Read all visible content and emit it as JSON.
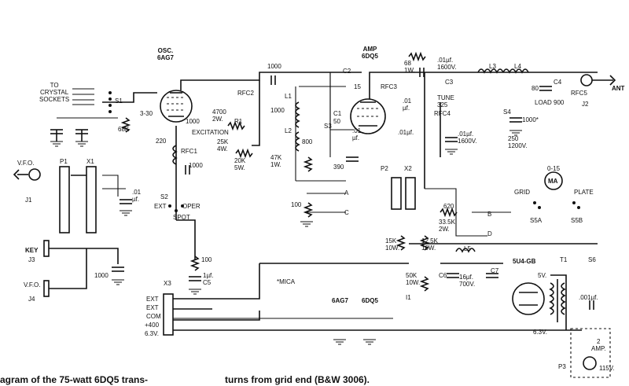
{
  "labels": {
    "osc": "OSC.\n6AG7",
    "amp": "AMP\n6DQ5",
    "to_crystal": "TO\nCRYSTAL\nSOCKETS",
    "s1": "S1",
    "cap_3_30": "3-30",
    "r_68k": "68K",
    "cap_220": "220",
    "rfc1": "RFC1",
    "rfc2": "RFC2",
    "cap_1000_top": "1000",
    "cap_1000_osc": "1000",
    "r_4700": "4700\n2W.",
    "excitation": "EXCITATION",
    "r1": "R1",
    "r_25k": "25K\n4W.",
    "r_20k": "20K\n5W.",
    "cap_1000_mid": "1000",
    "vfo1": "V.F.O.",
    "j1": "J1",
    "p1": "P1",
    "x1": "X1",
    "cap_01_a": ".01\nµf.",
    "s2": "S2",
    "ext": "EXT",
    "oper": "OPER",
    "spot": "SPOT",
    "key": "KEY",
    "j3": "J3",
    "vfo2": "V.F.O.",
    "j4": "J4",
    "cap_1000_key": "1000",
    "r_100_key": "100",
    "c5": "1µf.\nC5",
    "mica": "*MICA",
    "x3": "X3",
    "x3_pins": [
      "EXT",
      "EXT",
      "COM",
      "+400",
      "6.3V."
    ],
    "l1": "L1",
    "l2": "L2",
    "s3": "S3",
    "cap_1000_l": "1000",
    "c1": "C1",
    "cap_50": "50",
    "cap_800": "800",
    "r_47k": "47K\n1W.",
    "cap_390": "390",
    "node_a": "A",
    "node_c": "C",
    "r_100_mid": "100",
    "c2": "C2",
    "cap_15": "15",
    "r_68": "68\n1W.",
    "cap_01_1600a": ".01µf.\n1600V.",
    "rfc3": "RFC3",
    "cap_01_b": ".01\nµf.",
    "cap_01_c": ".01µf.",
    "cap_01_d": ".01\nµf.",
    "rfc4": "RFC4",
    "c3": "C3",
    "tune": "TUNE\n325",
    "cap_01_1600b": ".01µf.\n1600V.",
    "p2": "P2",
    "x2": "X2",
    "r_620": "620",
    "r_33k": "33.5K\n2W.",
    "node_b": "B",
    "node_d": "D",
    "r_15k": "15K\n10W.",
    "r_12k": "12.5K\n10W.",
    "l3": "L3",
    "l4": "L4",
    "cap_80": "80",
    "s4": "S4",
    "cap_1000_s4": "1000*",
    "cap_250": "250\n1200V.",
    "c4": "C4",
    "load": "LOAD",
    "cap_900": "900",
    "rfc5": "RFC5",
    "j2": "J2",
    "ant": "ANT",
    "meter_range": "0-15",
    "ma": "MA",
    "grid": "GRID",
    "plate": "PLATE",
    "s5a": "S5A",
    "s5b": "S5B",
    "tube_5u4": "5U4-GB",
    "l5": "L5",
    "t1": "T1",
    "s6": "S6",
    "r_50k": "50K\n10W.",
    "i1": "I1",
    "cap_16": "16µf.\n700V.",
    "c6": "C6",
    "c7": "C7",
    "v5": "5V.",
    "v63": "6.3V.",
    "cap_001": ".001µf.",
    "amp2": "2\nAMP.",
    "v115": "115V.",
    "p3": "P3",
    "heater_6ag7": "6AG7",
    "heater_6dq5": "6DQ5"
  },
  "caption": {
    "left": "agram of the 75-watt 6DQ5 trans-",
    "right": "turns from grid end (B&W 3006)."
  }
}
